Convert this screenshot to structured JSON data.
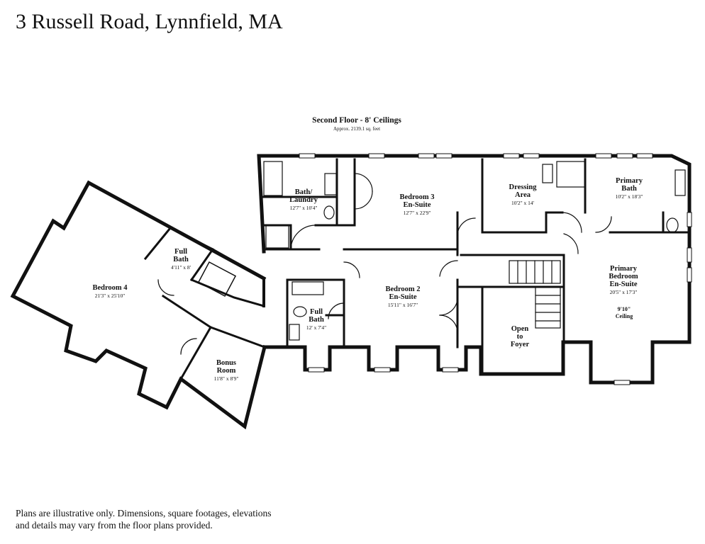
{
  "header": {
    "title": "3 Russell Road, Lynnfield, MA"
  },
  "plan": {
    "floor_title": "Second Floor - 8' Ceilings",
    "area": "Approx. 2139.1 sq. feet"
  },
  "rooms": [
    {
      "name_lines": [
        "Bedroom 4"
      ],
      "dim": "21'3\" x 25'10\""
    },
    {
      "name_lines": [
        "Full",
        "Bath"
      ],
      "dim": "4'11\" x 8'"
    },
    {
      "name_lines": [
        "Bath/",
        "Laundry"
      ],
      "dim": "12'7\" x 10'4\""
    },
    {
      "name_lines": [
        "Bedroom 3",
        "En-Suite"
      ],
      "dim": "12'7\" x 22'9\""
    },
    {
      "name_lines": [
        "Dressing",
        "Area"
      ],
      "dim": "10'2\" x 14'"
    },
    {
      "name_lines": [
        "Primary",
        "Bath"
      ],
      "dim": "10'2\" x 18'3\""
    },
    {
      "name_lines": [
        "Bedroom 2",
        "En-Suite"
      ],
      "dim": "15'11\" x 16'7\""
    },
    {
      "name_lines": [
        "Full",
        "Bath"
      ],
      "dim": "12' x 7'4\""
    },
    {
      "name_lines": [
        "Primary",
        "Bedroom",
        "En-Suite"
      ],
      "dim": "20'5\" x 17'3\""
    },
    {
      "name_lines": [
        "9'10\"",
        "Ceiling"
      ],
      "dim": ""
    },
    {
      "name_lines": [
        "Open",
        "to",
        "Foyer"
      ],
      "dim": ""
    },
    {
      "name_lines": [
        "Bonus",
        "Room"
      ],
      "dim": "11'8\" x 8'9\""
    }
  ],
  "footer": {
    "disclaimer": "Plans are illustrative only. Dimensions, square footages, elevations and details may vary from the floor plans provided."
  }
}
